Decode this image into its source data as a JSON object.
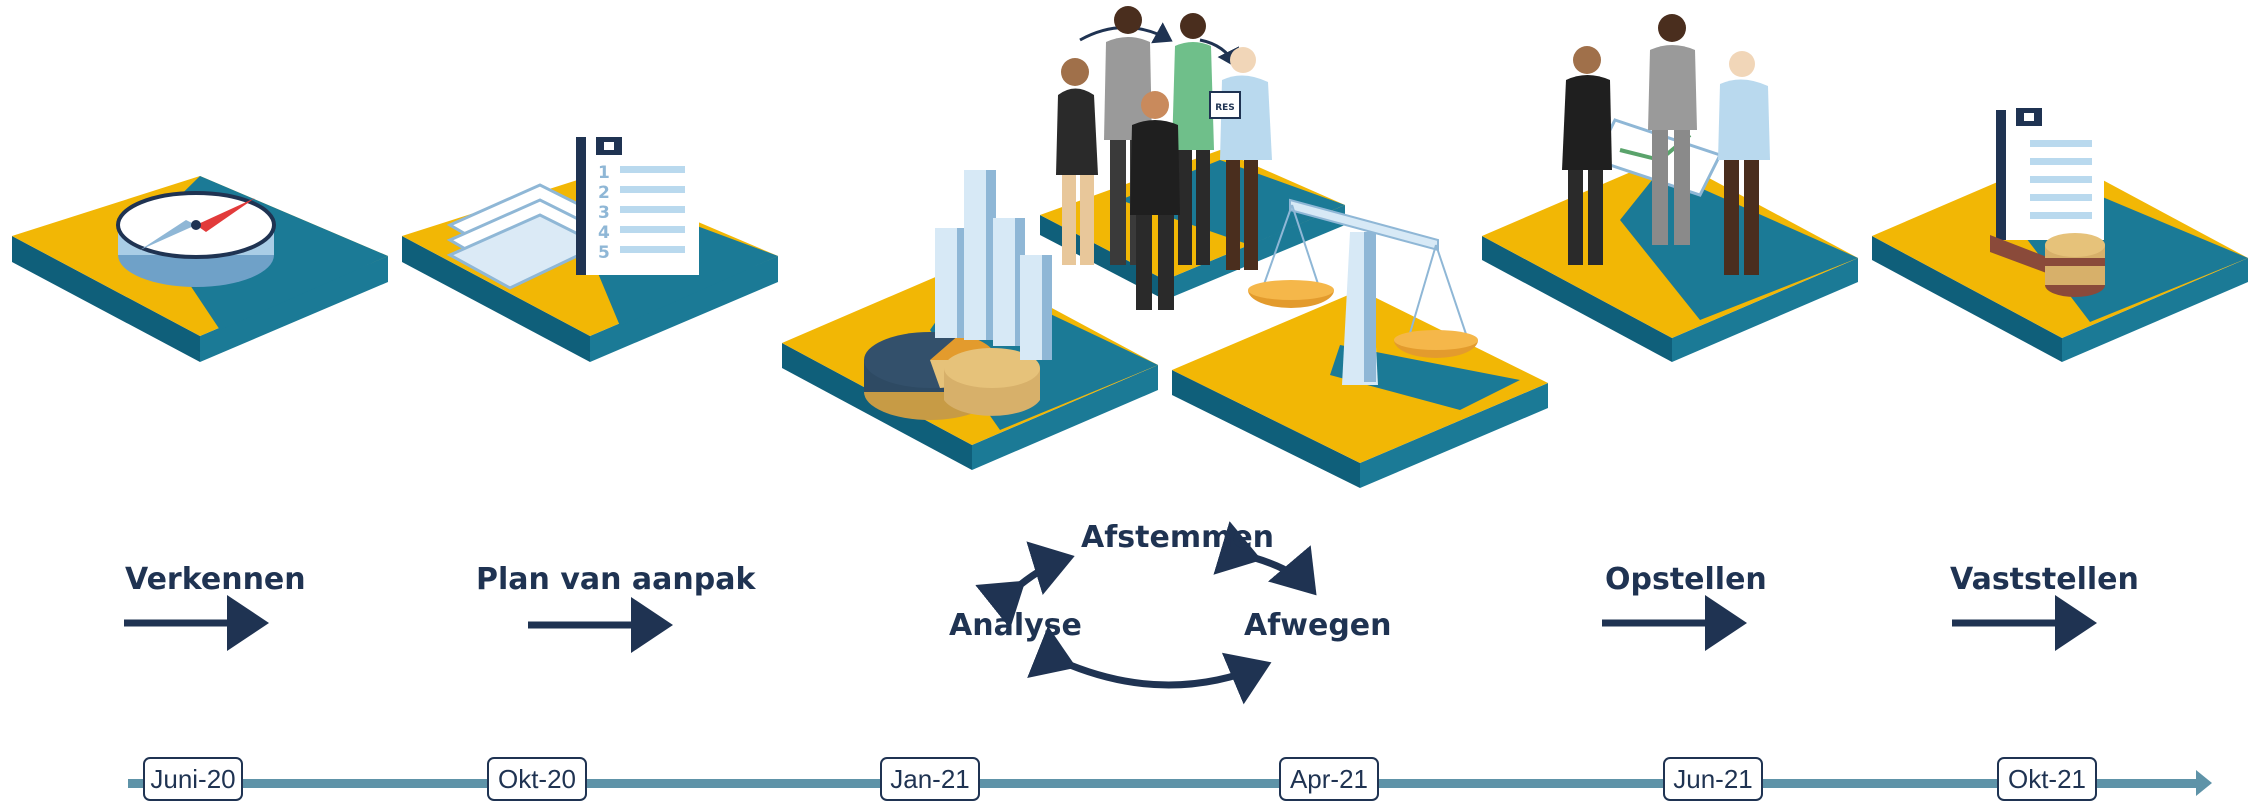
{
  "stages": [
    {
      "key": "verkennen",
      "label": "Verkennen"
    },
    {
      "key": "plan",
      "label": "Plan van aanpak"
    },
    {
      "key": "afstemmen",
      "label": "Afstemmen"
    },
    {
      "key": "analyse",
      "label": "Analyse"
    },
    {
      "key": "afwegen",
      "label": "Afwegen"
    },
    {
      "key": "opstellen",
      "label": "Opstellen"
    },
    {
      "key": "vaststellen",
      "label": "Vaststellen"
    }
  ],
  "timeline": {
    "dates": [
      "Juni-20",
      "Okt-20",
      "Jan-21",
      "Apr-21",
      "Jun-21",
      "Okt-21"
    ]
  },
  "illustration": {
    "document_numbers": [
      "1",
      "2",
      "3",
      "4",
      "5"
    ],
    "badge_text": "RES"
  },
  "colors": {
    "navy": "#1f3352",
    "tile_yellow": "#f2b705",
    "tile_teal": "#1b7a96",
    "tile_side": "#0f5f7a",
    "timeline": "#5e93a8",
    "light_blue": "#b9d9ee"
  }
}
